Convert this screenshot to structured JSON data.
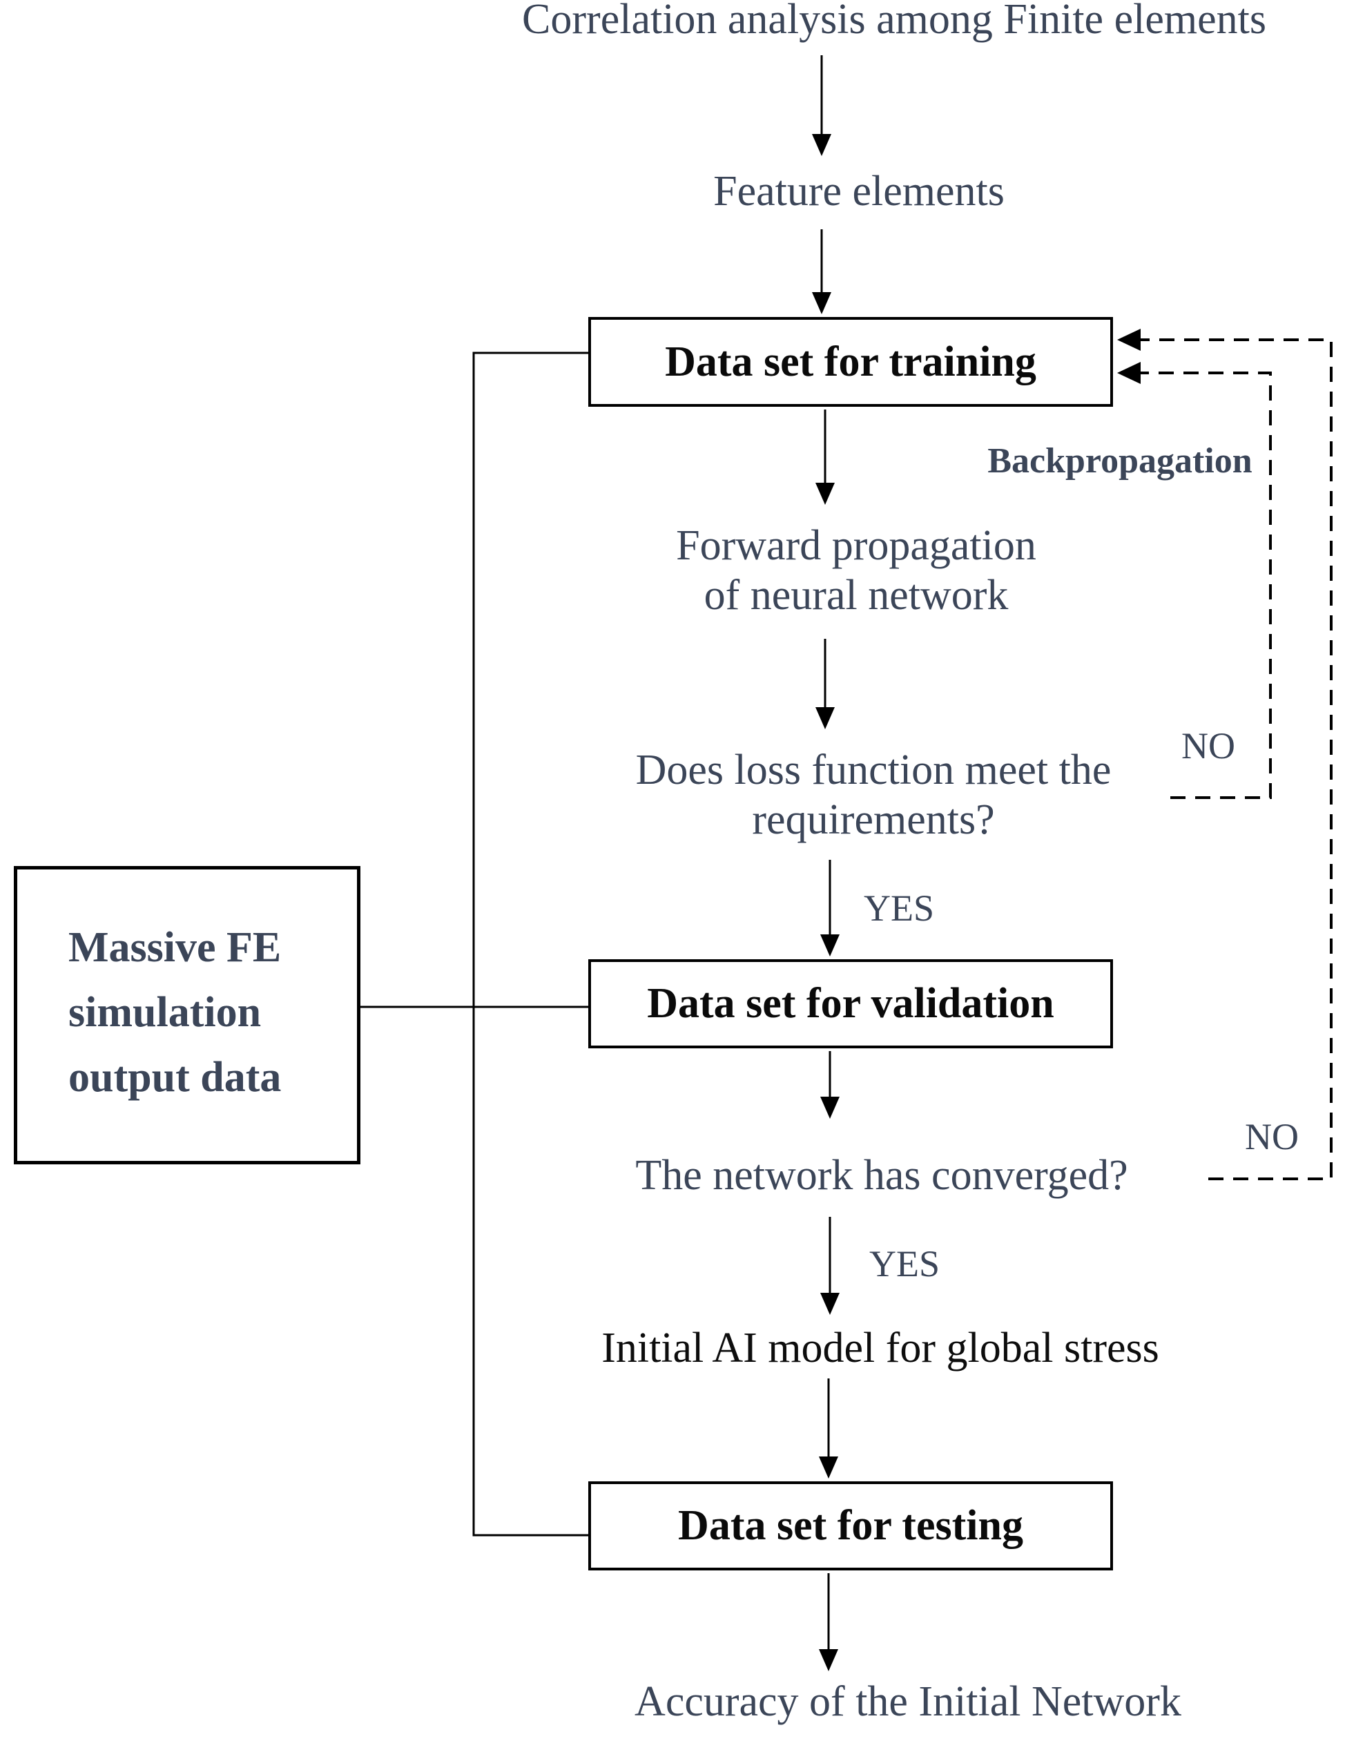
{
  "colors": {
    "text_slate": "#3b4558",
    "text_black": "#0d0d0d",
    "line_black": "#000000",
    "background": "#ffffff"
  },
  "flow": {
    "title": "Correlation analysis among Finite elements",
    "feature_elements": "Feature elements",
    "training_box_label": "Data set for training",
    "backpropagation_label": "Backpropagation",
    "forward_line1": "Forward propagation",
    "forward_line2": "of neural network",
    "loss_question_line1": "Does loss function meet the",
    "loss_question_line2": "requirements?",
    "loss_no_label": "NO",
    "loss_yes_label": "YES",
    "validation_box_label": "Data set for validation",
    "massive_box_line1": "Massive FE",
    "massive_box_line2": "simulation",
    "massive_box_line3": "output data",
    "converged_question": "The network has converged?",
    "converged_no_label": "NO",
    "converged_yes_label": "YES",
    "initial_model": "Initial AI model for global stress",
    "testing_box_label": "Data set for testing",
    "accuracy": "Accuracy of the Initial Network"
  }
}
